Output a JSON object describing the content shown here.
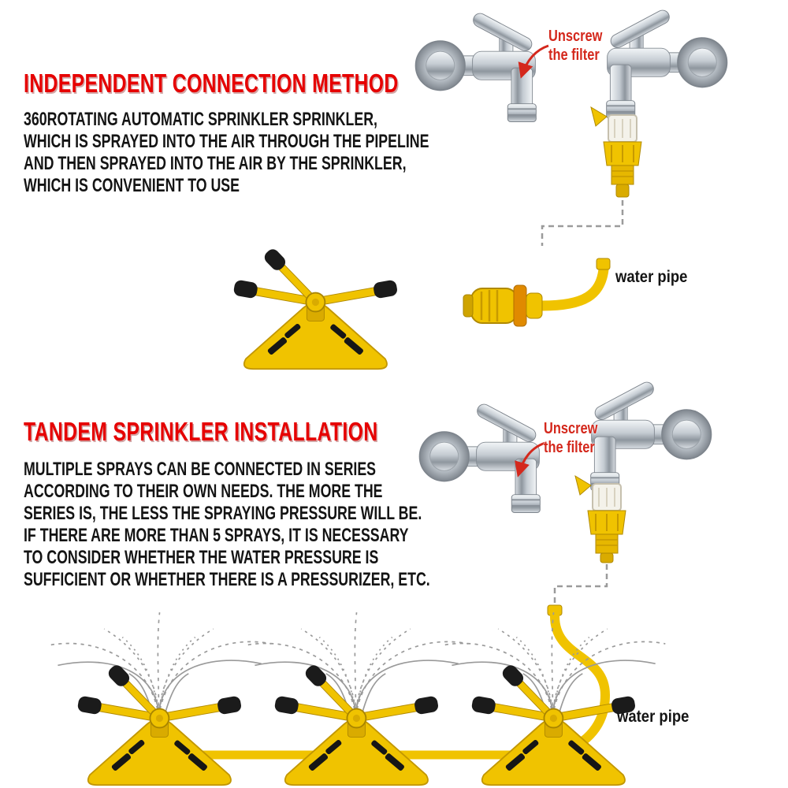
{
  "colors": {
    "heading_red": "#e60000",
    "annotation_red": "#d4281c",
    "body_black": "#141414",
    "pipe_yellow": "#f0c300",
    "chrome_gray": "#b6bdc4"
  },
  "section_independent": {
    "heading": "INDEPENDENT CONNECTION METHOD",
    "lines": [
      "360ROTATING AUTOMATIC SPRINKLER SPRINKLER,",
      "WHICH IS SPRAYED INTO THE AIR THROUGH THE PIPELINE",
      "AND THEN SPRAYED INTO THE AIR BY THE SPRINKLER,",
      "WHICH IS CONVENIENT TO USE"
    ],
    "unscrew_label_line1": "Unscrew",
    "unscrew_label_line2": "the filter",
    "water_pipe_label": "water pipe"
  },
  "section_tandem": {
    "heading": "TANDEM SPRINKLER INSTALLATION",
    "lines": [
      "MULTIPLE SPRAYS CAN BE CONNECTED IN SERIES",
      "ACCORDING TO THEIR OWN NEEDS. THE MORE THE",
      "SERIES IS, THE LESS THE SPRAYING PRESSURE WILL BE.",
      "IF THERE ARE MORE THAN 5 SPRAYS, IT IS NECESSARY",
      "TO CONSIDER WHETHER THE WATER PRESSURE IS",
      "SUFFICIENT OR WHETHER THERE IS A PRESSURIZER, ETC."
    ],
    "unscrew_label_line1": "Unscrew",
    "unscrew_label_line2": "the filter",
    "water_pipe_label": "water pipe"
  }
}
